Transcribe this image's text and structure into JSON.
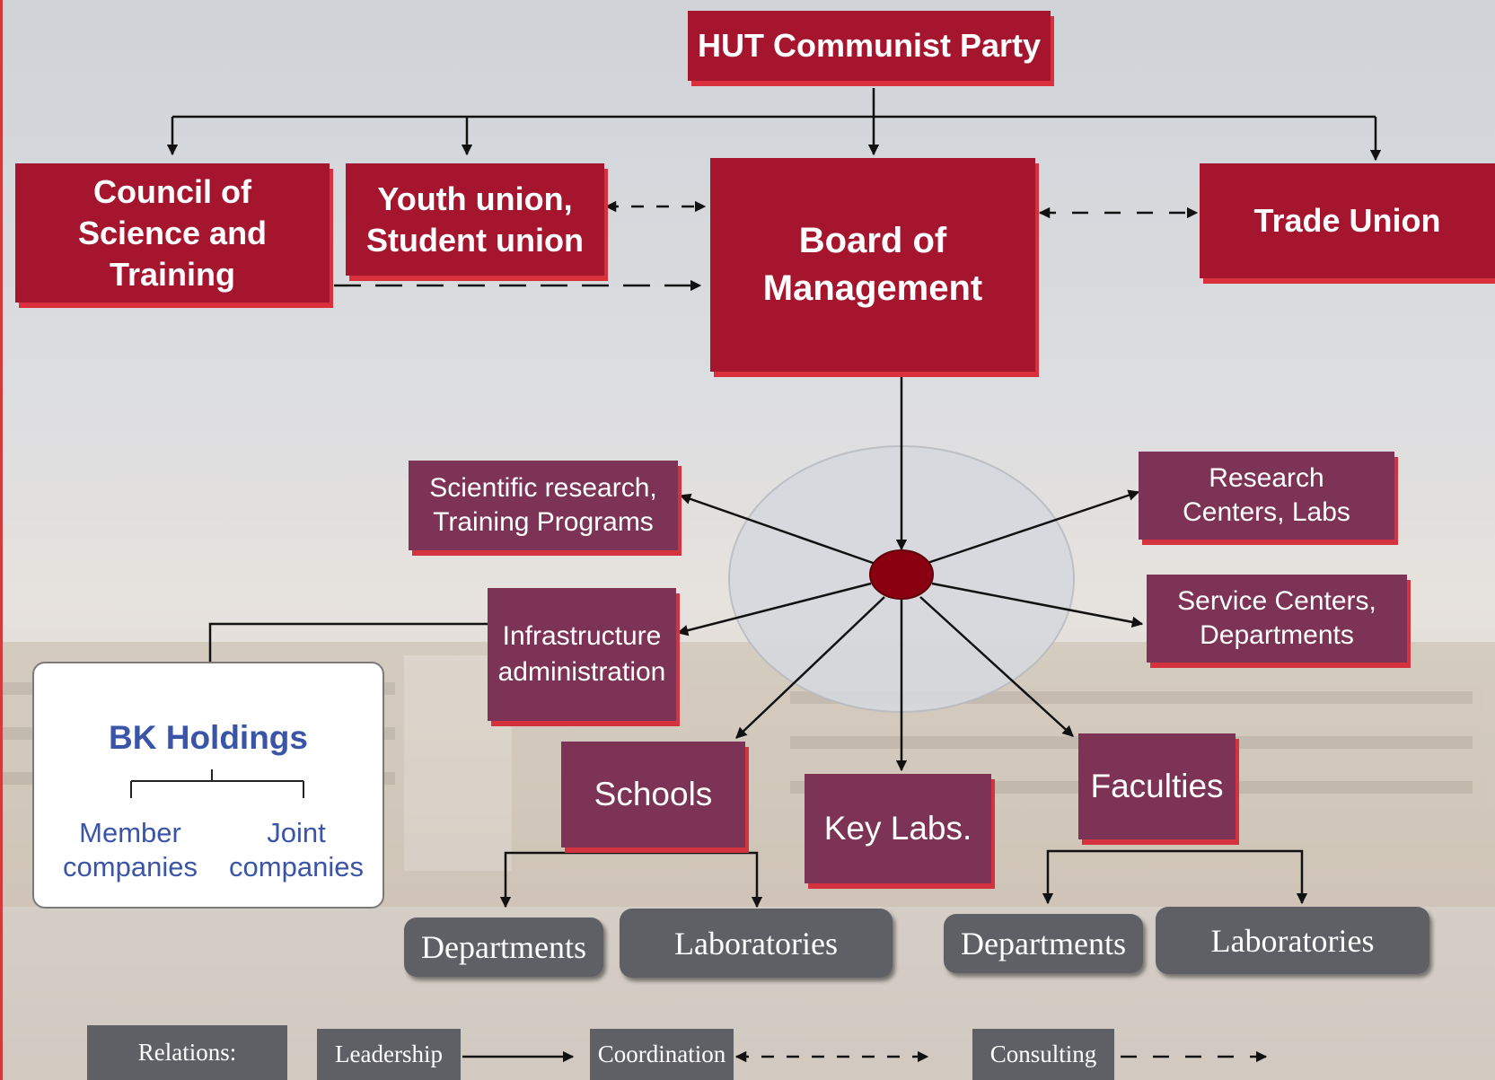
{
  "top": {
    "party": "HUT Communist Party"
  },
  "row1": {
    "council": [
      "Council of",
      "Science and",
      "Training"
    ],
    "youth": [
      "Youth union,",
      "Student union"
    ],
    "board": [
      "Board of",
      "Management"
    ],
    "trade": "Trade Union"
  },
  "spokes": {
    "sci": [
      "Scientific research,",
      "Training Programs"
    ],
    "research": [
      "Research",
      "Centers, Labs"
    ],
    "infra": [
      "Infrastructure",
      "administration"
    ],
    "service": [
      "Service Centers,",
      "Departments"
    ],
    "schools": "Schools",
    "keylabs": "Key Labs.",
    "faculties": "Faculties"
  },
  "bk": {
    "title": "BK Holdings",
    "member": [
      "Member",
      "companies"
    ],
    "joint": [
      "Joint",
      "companies"
    ]
  },
  "sub_units": {
    "schools_dept": "Departments",
    "schools_lab": "Laboratories",
    "faculties_dept": "Departments",
    "faculties_lab": "Laboratories"
  },
  "legend": {
    "relations": "Relations:",
    "leadership": "Leadership",
    "coordination": "Coordination",
    "consulting": "Consulting"
  },
  "colors": {
    "top_box": "#a5152e",
    "spoke_box": "#7c3356",
    "sub_box": "#5f5f66",
    "hub": "#8b0010",
    "bk_text": "#3a55a8"
  }
}
